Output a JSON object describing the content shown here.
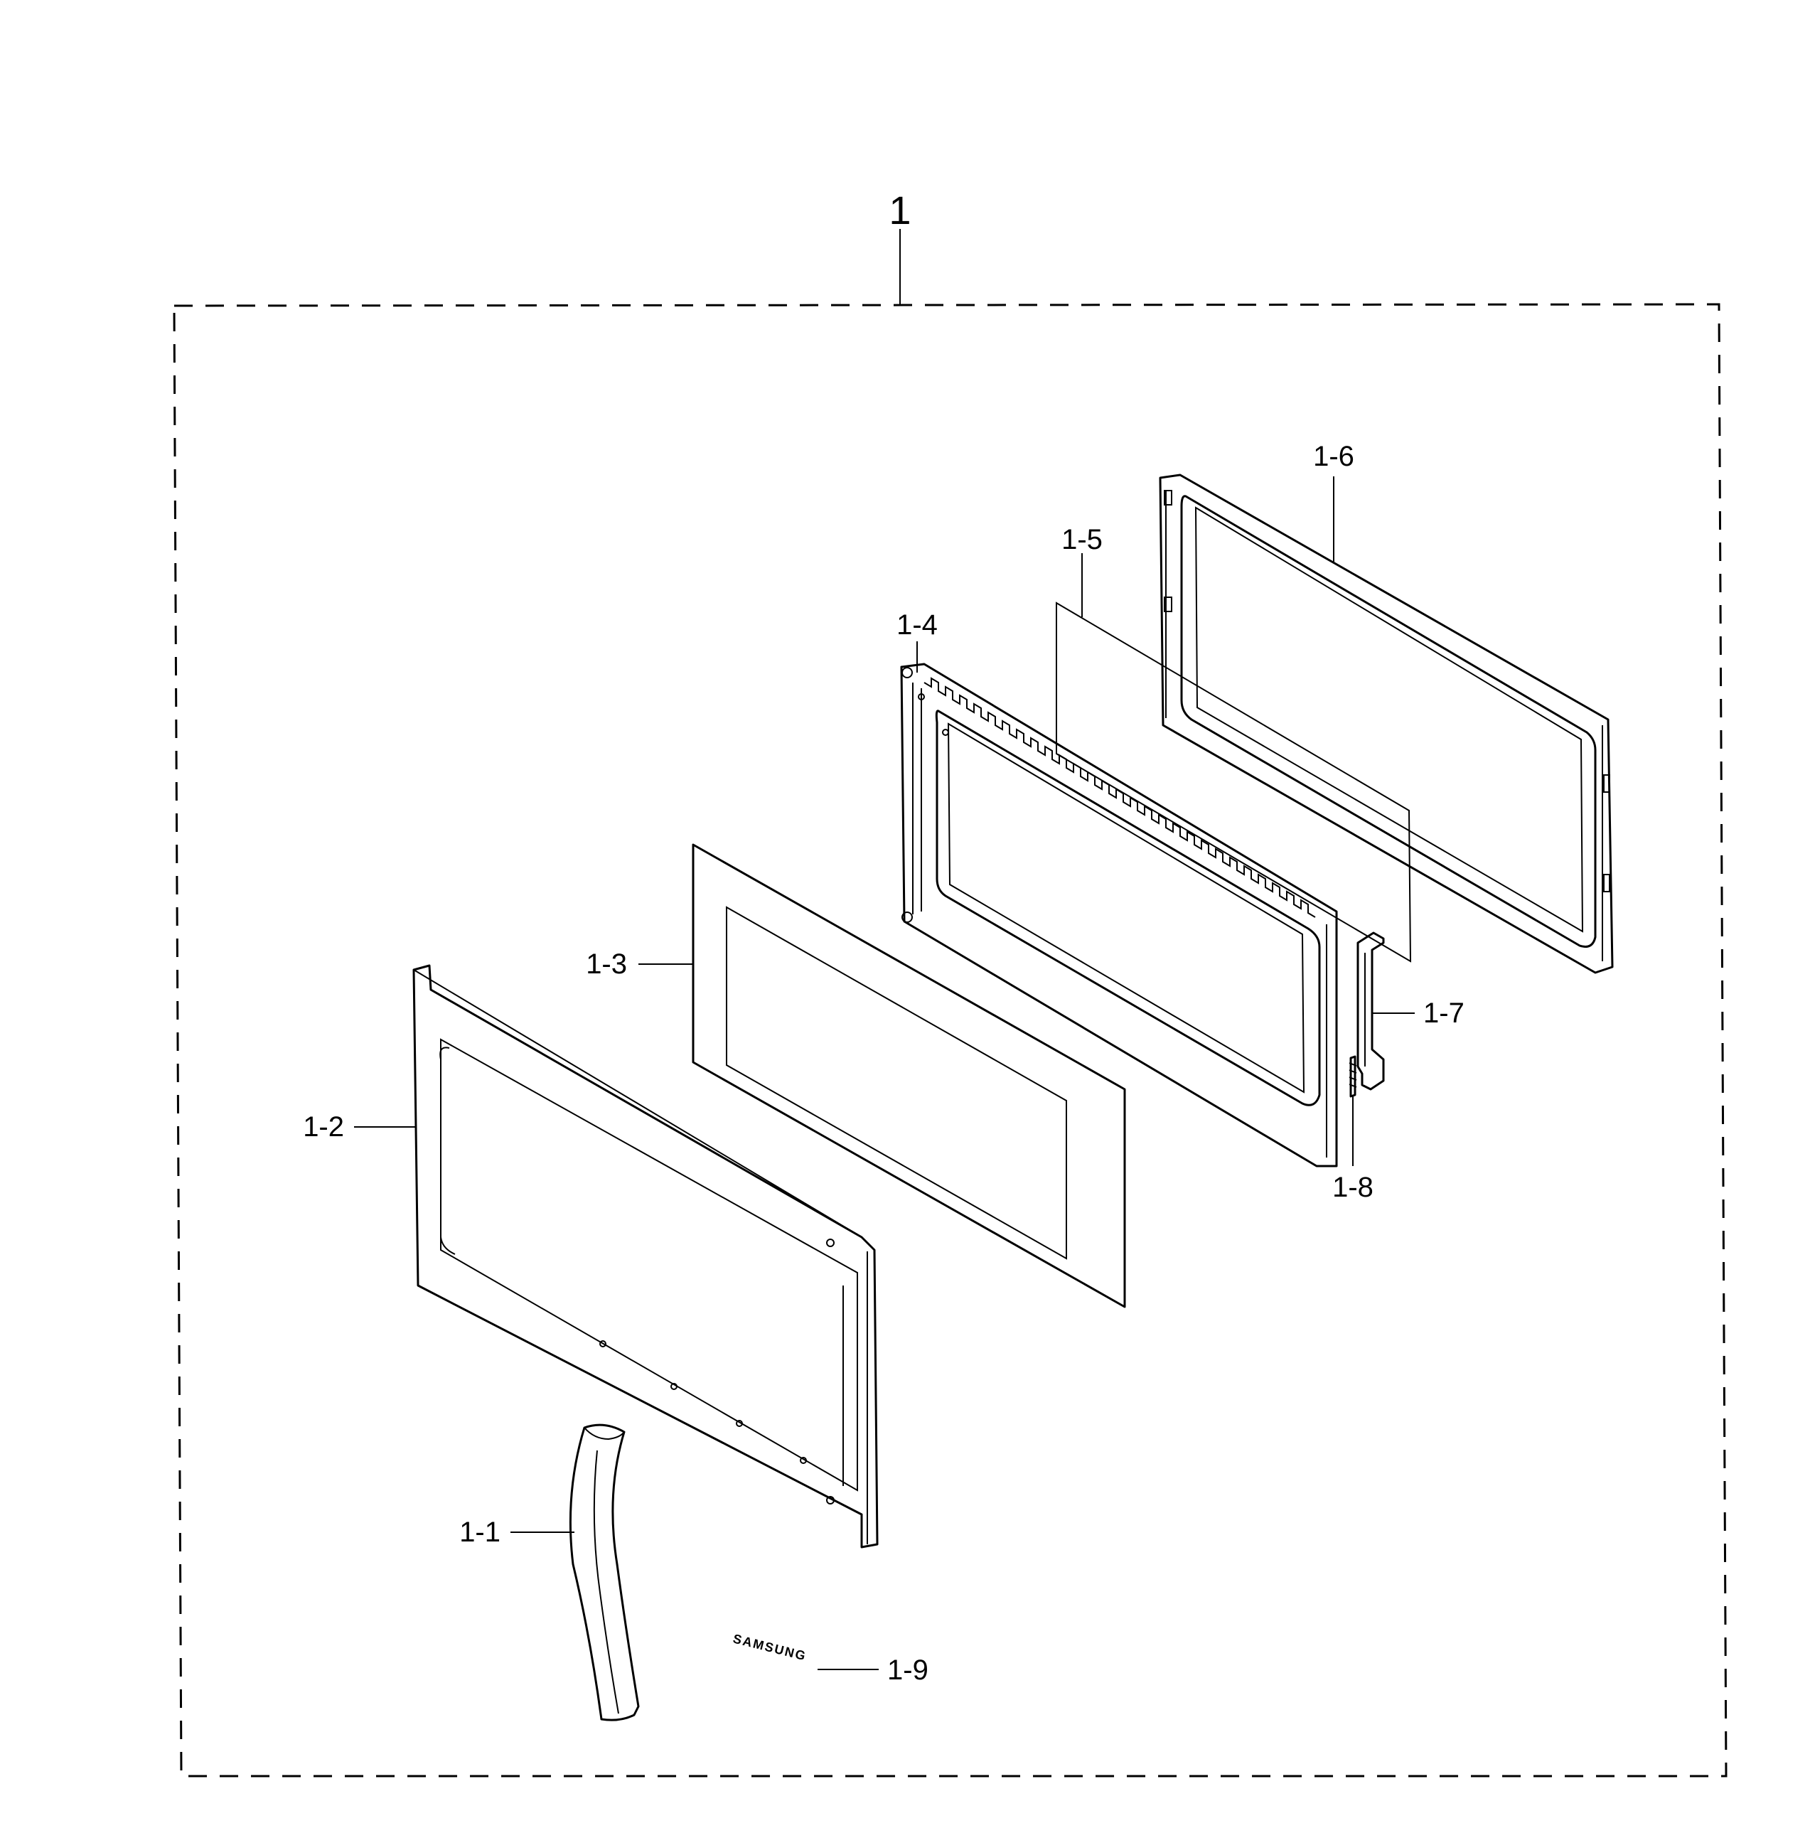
{
  "assembly": {
    "label": "1"
  },
  "parts": [
    {
      "id": "1-1",
      "label": "1-1"
    },
    {
      "id": "1-2",
      "label": "1-2"
    },
    {
      "id": "1-3",
      "label": "1-3"
    },
    {
      "id": "1-4",
      "label": "1-4"
    },
    {
      "id": "1-5",
      "label": "1-5"
    },
    {
      "id": "1-6",
      "label": "1-6"
    },
    {
      "id": "1-7",
      "label": "1-7"
    },
    {
      "id": "1-8",
      "label": "1-8"
    },
    {
      "id": "1-9",
      "label": "1-9"
    }
  ],
  "logo_text": "SAMSUNG"
}
